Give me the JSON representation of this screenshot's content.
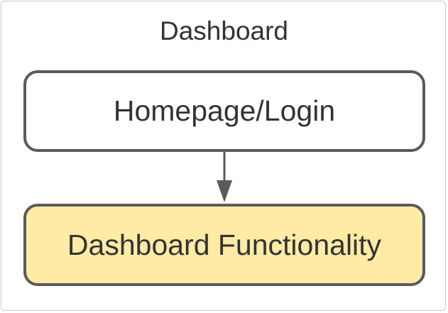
{
  "diagram": {
    "title": "Dashboard",
    "nodes": [
      {
        "id": "homepage-login",
        "label": "Homepage/Login",
        "fill": "#ffffff"
      },
      {
        "id": "dashboard-functionality",
        "label": "Dashboard Functionality",
        "fill": "#ffeaa6"
      }
    ],
    "edges": [
      {
        "from": "homepage-login",
        "to": "dashboard-functionality"
      }
    ]
  },
  "colors": {
    "stroke": "#5a5a5a",
    "text": "#333333",
    "frame_border": "#c9c9c9"
  }
}
